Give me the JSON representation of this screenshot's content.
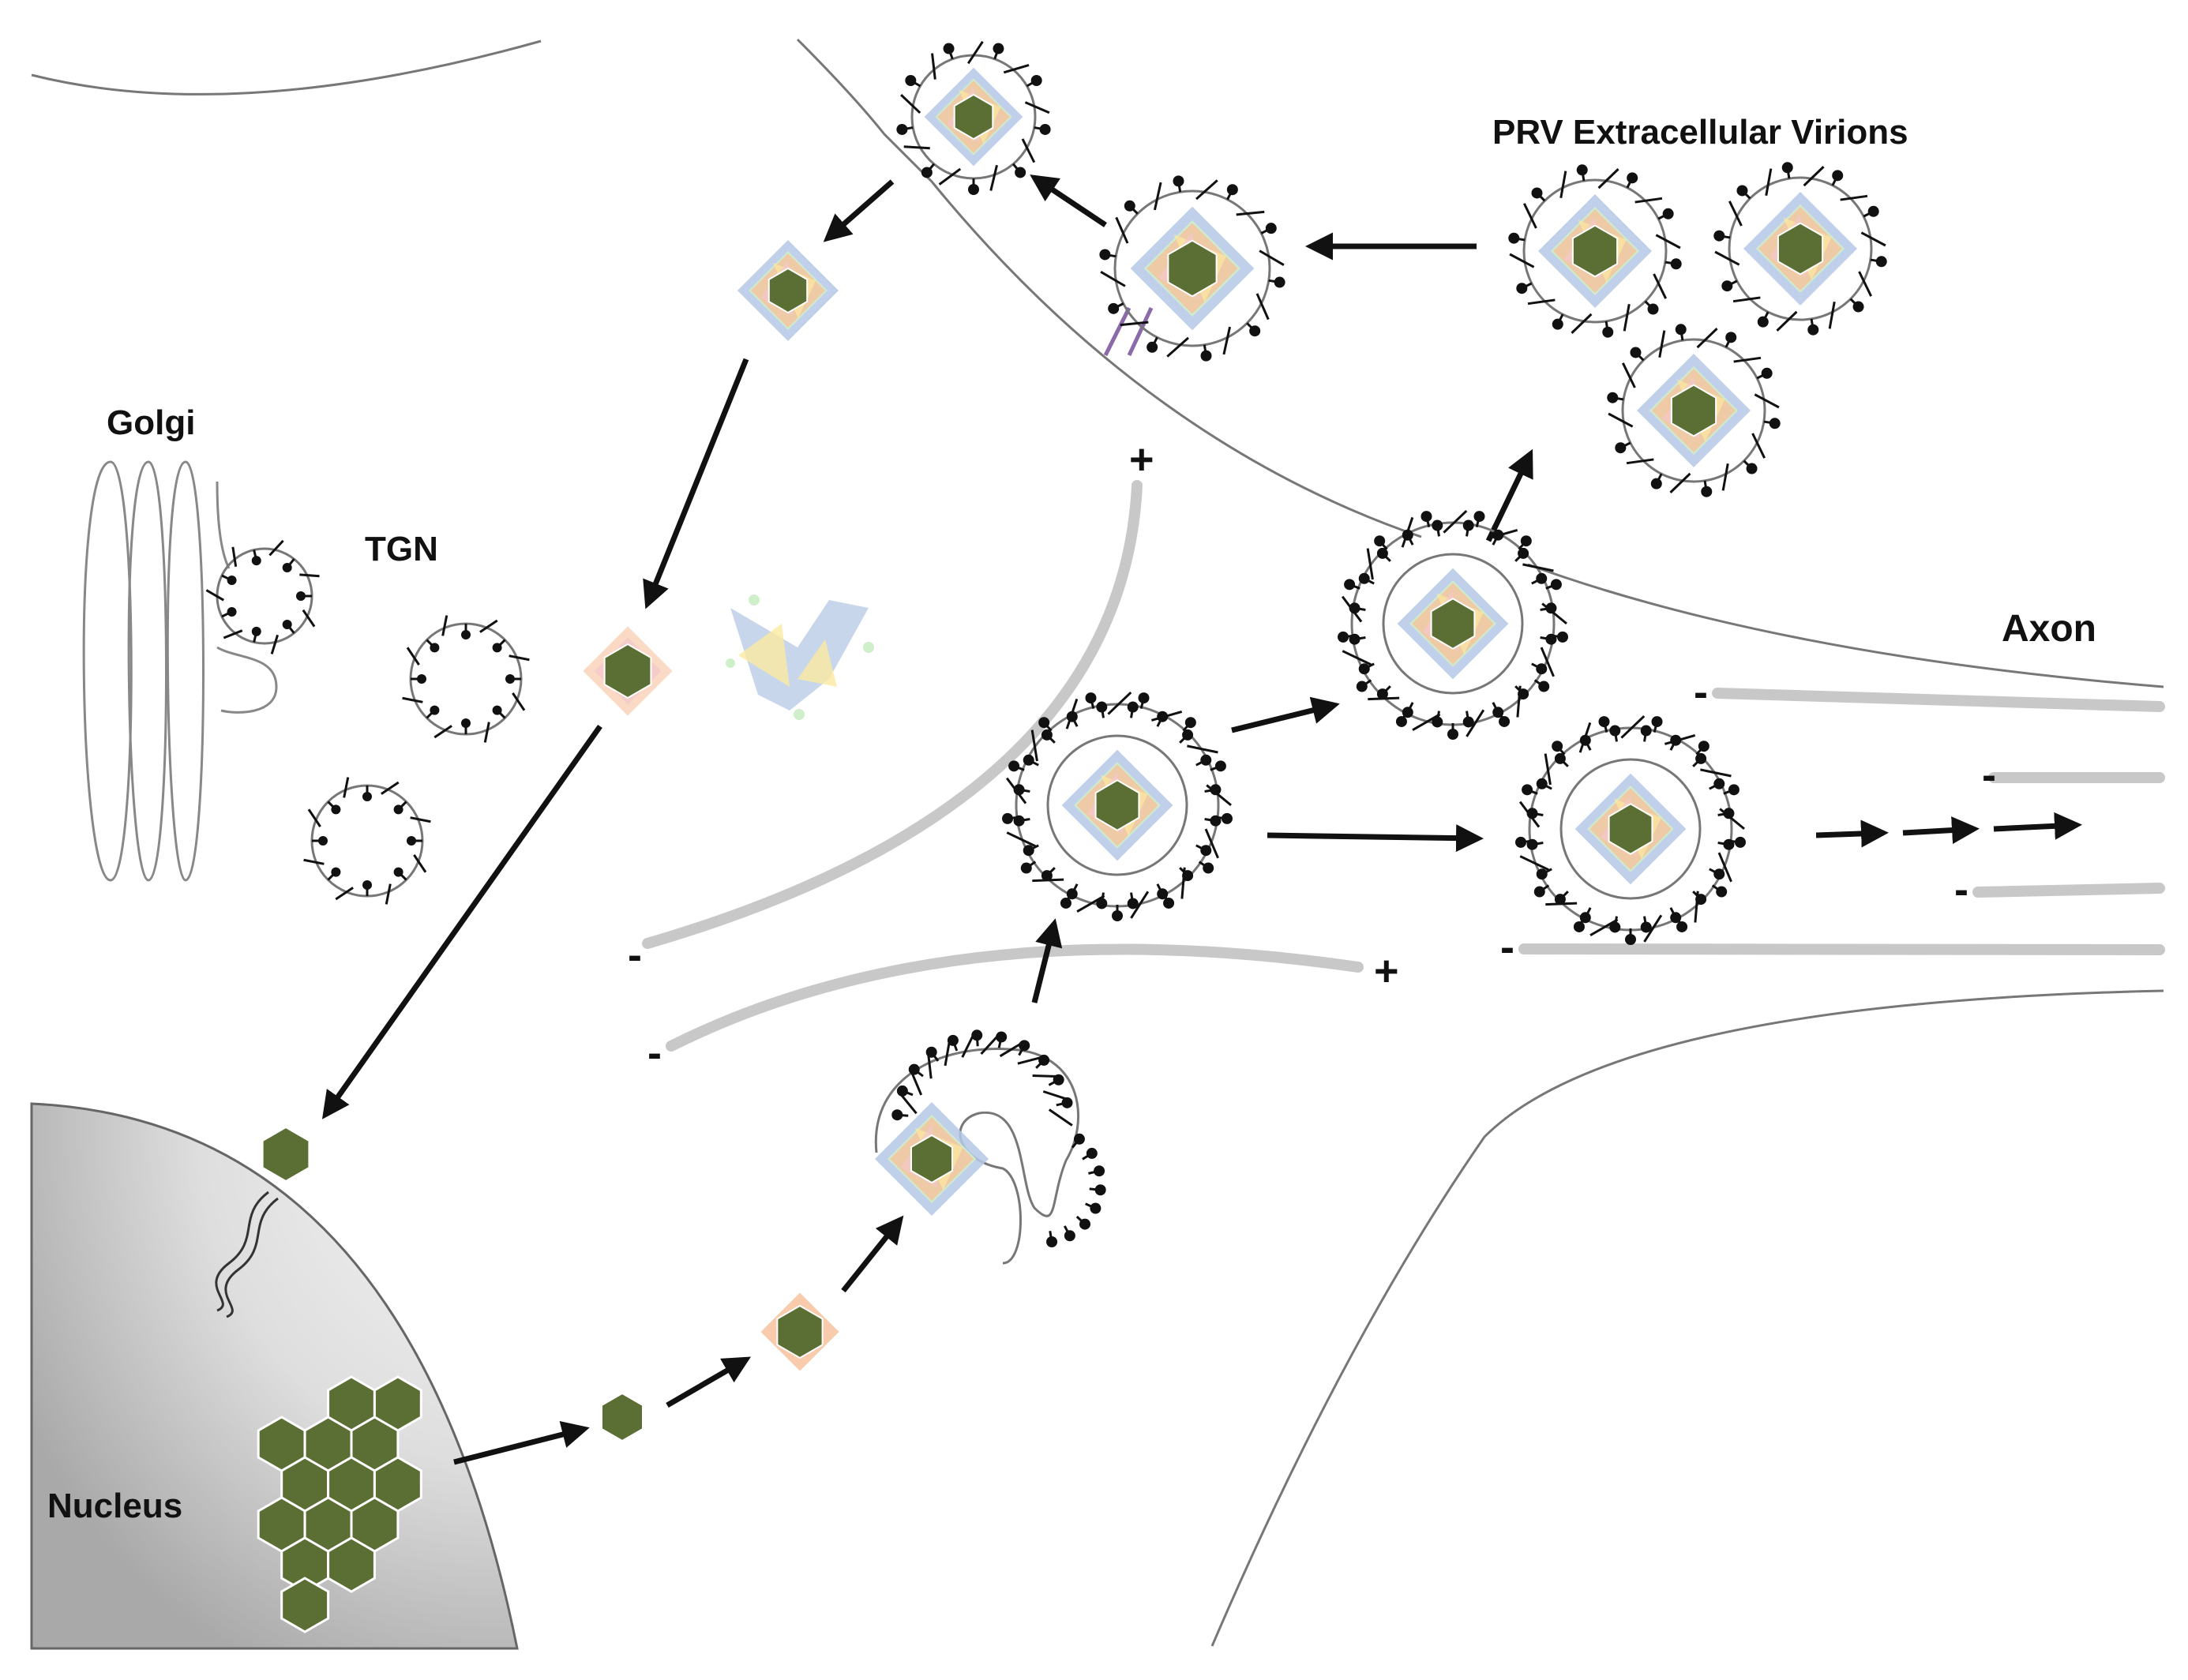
{
  "labels": {
    "golgi": "Golgi",
    "tgn": "TGN",
    "nucleus": "Nucleus",
    "axon": "Axon",
    "extracellular": "PRV Extracellular Virions"
  },
  "polarity": {
    "plus": "+",
    "minus": "-"
  },
  "colors": {
    "capsid": "#5b6e34",
    "membrane": "#777777",
    "microtubule": "#c8c8c8",
    "glycoprotein": "#111111",
    "receptor": "#8a6aa8",
    "tegument_orange": "#f6c29c",
    "tegument_yellow": "#fbeaa0",
    "tegument_blue": "#b5c8e6",
    "tegument_green": "#cfeeca",
    "tegument_pink": "#f4c6cf"
  },
  "icons": {
    "capsid": "hexagon",
    "glycoprotein": "lollipop",
    "viral_genome": "double-helix",
    "arrow": "arrow-right"
  }
}
